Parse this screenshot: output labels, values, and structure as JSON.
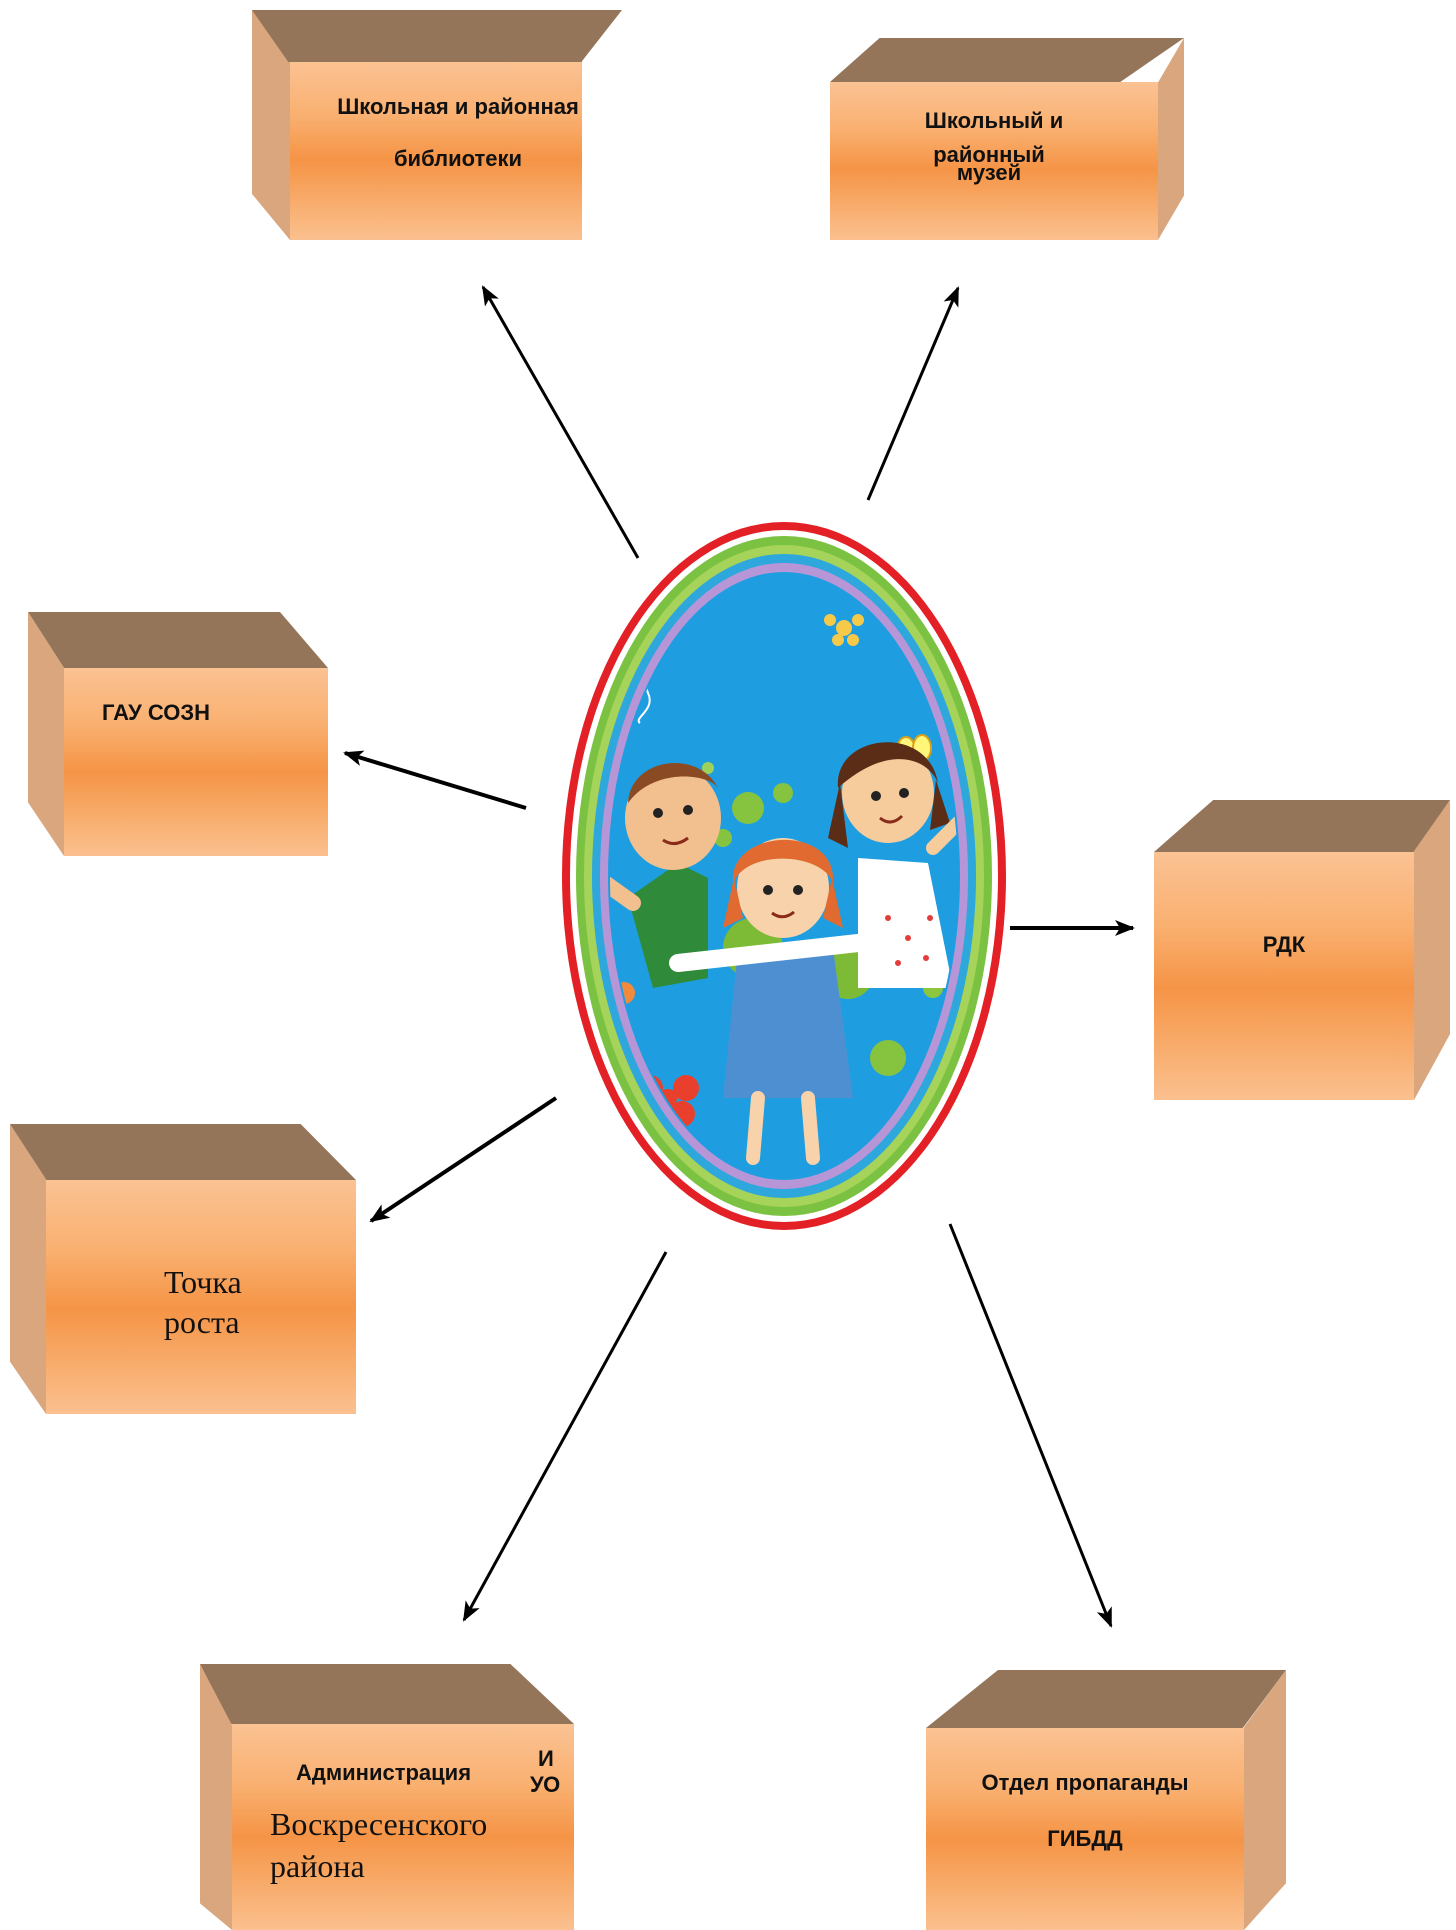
{
  "nodes": {
    "libraries": {
      "line1": "Школьная и районная",
      "line2": "библиотеки"
    },
    "museum": {
      "line1": "Школьный и",
      "line2": "районный",
      "line3": "музей"
    },
    "gau": {
      "label": "ГАУ СОЗН"
    },
    "rdk": {
      "label": "РДК"
    },
    "growth": {
      "line1": "Точка",
      "line2": "роста"
    },
    "admin": {
      "line1": "Администрация",
      "conj": "И",
      "uo": "УО",
      "line2": "Воскресенского",
      "line3": "района"
    },
    "gibdd": {
      "line1": "Отдел пропаганды",
      "line2": "ГИБДД"
    }
  },
  "center": {
    "image": "children-rainbow-illustration"
  },
  "colors": {
    "box_front": "#f59446",
    "box_top": "#957559",
    "box_side": "#d9a67e",
    "ring_red": "#e32026",
    "sky": "#1e9ee0"
  }
}
